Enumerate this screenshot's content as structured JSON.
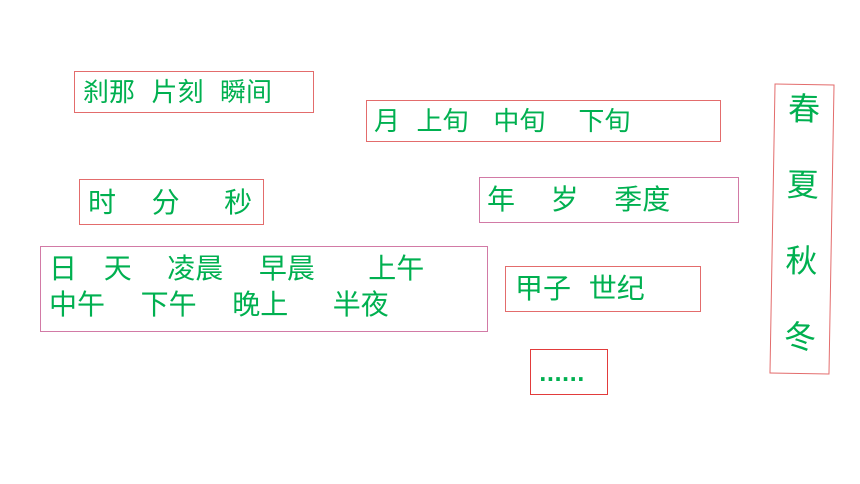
{
  "boxes": {
    "instant": "刹那  片刻  瞬间",
    "month": "月  上旬   中旬    下旬",
    "hour": "时    分     秒",
    "year": "年    岁    季度",
    "day_line1": "日   天    凌晨    早晨      上午",
    "day_line2": "中午    下午    晚上     半夜",
    "era": "甲子  世纪",
    "more": "......"
  },
  "seasons": [
    "春",
    "夏",
    "秋",
    "冬"
  ]
}
